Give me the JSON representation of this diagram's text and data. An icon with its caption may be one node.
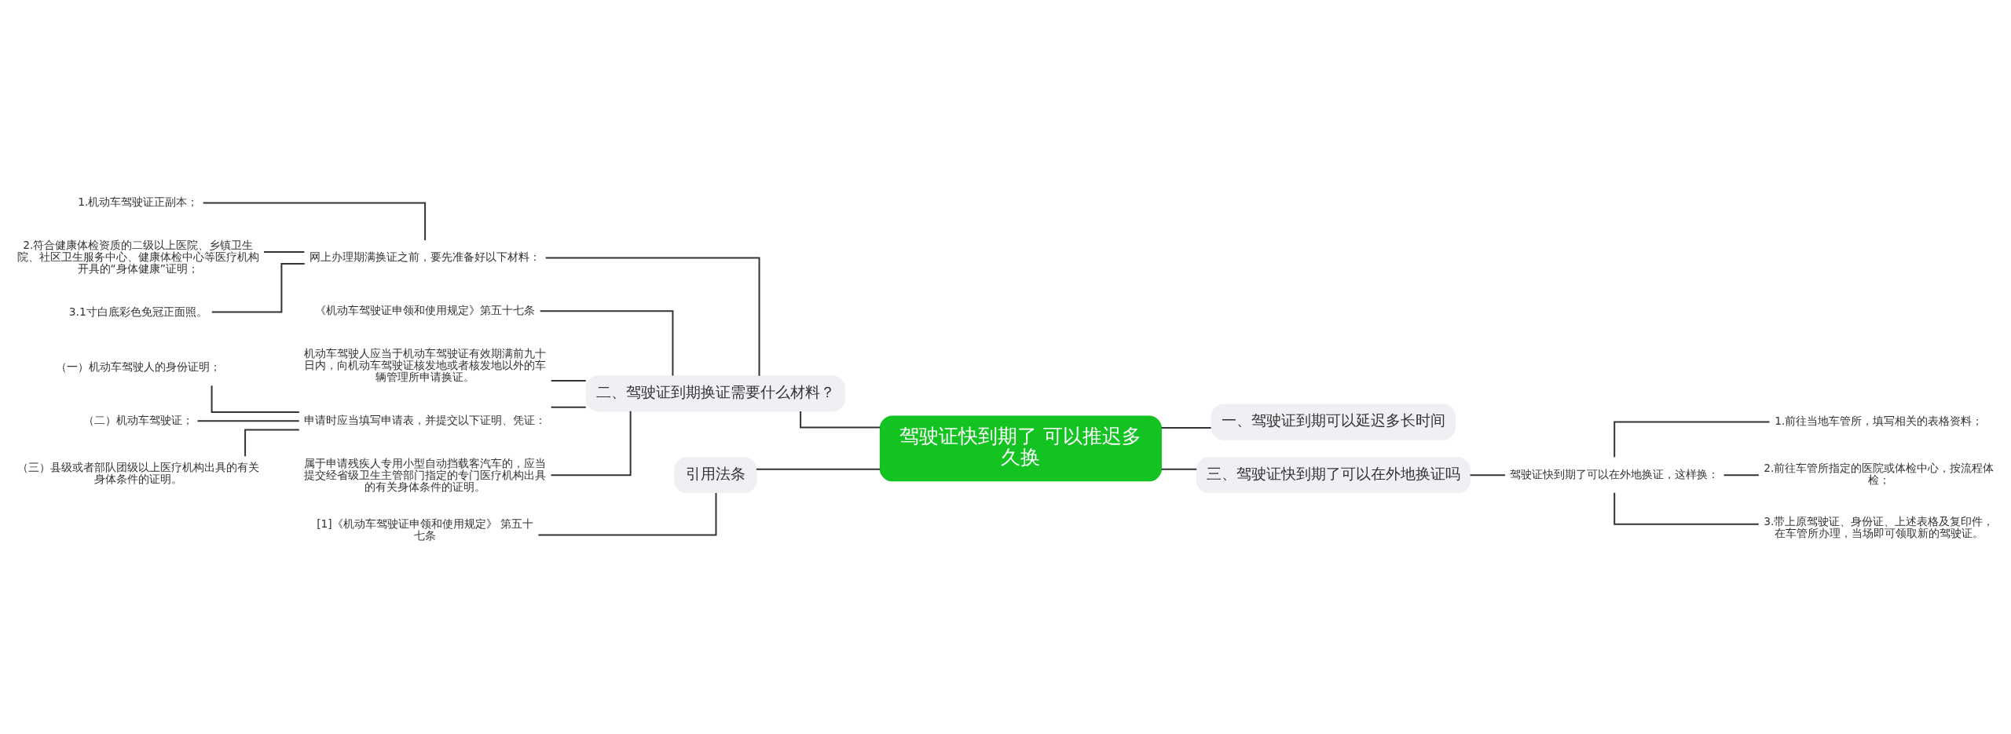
{
  "diagram": {
    "nodes": [
      {
        "text": [
          "驾驶证快到期了 可以推迟多久换"
        ]
      },
      {
        "text": [
          "二、驾驶证到期换证需要什么材料？"
        ]
      },
      {
        "text": [
          "网上办理期满换证之前，要先准备好以下材料："
        ]
      },
      {
        "text": [
          "1.机动车驾驶证正副本；"
        ]
      },
      {
        "text": [
          "2.符合健康体检资质的二级以上医院、乡镇卫生院、社区卫生服务中心、健康体检中心等医疗机构开具的“身体健康”证明；"
        ]
      },
      {
        "text": [
          "3.1寸白底彩色免冠正面照。"
        ]
      },
      {
        "text": [
          "《机动车驾驶证申领和使用规定》第五十七条"
        ]
      },
      {
        "text": [
          "机动车驾驶人应当于机动车驾驶证有效期满前九十日内，向机动车驾驶证核发地或者核发地以外的车辆管理所申请换证。"
        ]
      },
      {
        "text": [
          "申请时应当填写申请表，并提交以下证明、凭证："
        ]
      },
      {
        "text": [
          "（一）机动车驾驶人的身份证明；"
        ]
      },
      {
        "text": [
          "（二）机动车驾驶证；"
        ]
      },
      {
        "text": [
          "（三）县级或者部队团级以上医疗机构出具的有关身体条件的证明。"
        ]
      },
      {
        "text": [
          "属于申请残疾人专用小型自动挡载客汽车的，应当提交经省级卫生主管部门指定的专门医疗机构出具的有关身体条件的证明。"
        ]
      },
      {
        "text": [
          "引用法条"
        ]
      },
      {
        "text": [
          "[1]《机动车驾驶证申领和使用规定》 第五十七条"
        ]
      },
      {
        "text": [
          "一、驾驶证到期可以延迟多长时间"
        ]
      },
      {
        "text": [
          "三、驾驶证快到期了可以在外地换证吗"
        ]
      },
      {
        "text": [
          "驾驶证快到期了可以在外地换证，这样换："
        ]
      },
      {
        "text": [
          "1.前往当地车管所，填写相关的表格资料；"
        ]
      },
      {
        "text": [
          "2.前往车管所指定的医院或体检中心，按流程体检；"
        ]
      },
      {
        "text": [
          "3.带上原驾驶证、身份证、上述表格及复印件，在车管所办理，当场即可领取新的驾驶证。"
        ]
      }
    ],
    "edges": [
      {
        "from": 1,
        "to": 0,
        "arrow": "none"
      },
      {
        "from": 2,
        "to": 1,
        "arrow": "none"
      },
      {
        "from": 3,
        "to": 2,
        "arrow": "none"
      },
      {
        "from": 4,
        "to": 2,
        "arrow": "none"
      },
      {
        "from": 5,
        "to": 2,
        "arrow": "none"
      },
      {
        "from": 6,
        "to": 1,
        "arrow": "none"
      },
      {
        "from": 7,
        "to": 1,
        "arrow": "none"
      },
      {
        "from": 8,
        "to": 1,
        "arrow": "none"
      },
      {
        "from": 9,
        "to": 8,
        "arrow": "none"
      },
      {
        "from": 10,
        "to": 8,
        "arrow": "none"
      },
      {
        "from": 11,
        "to": 8,
        "arrow": "none"
      },
      {
        "from": 12,
        "to": 1,
        "arrow": "none"
      },
      {
        "from": 13,
        "to": 0,
        "arrow": "none"
      },
      {
        "from": 14,
        "to": 13,
        "arrow": "none"
      },
      {
        "from": 0,
        "to": 15,
        "arrow": "none"
      },
      {
        "from": 0,
        "to": 16,
        "arrow": "none"
      },
      {
        "from": 16,
        "to": 17,
        "arrow": "none"
      },
      {
        "from": 17,
        "to": 18,
        "arrow": "none"
      },
      {
        "from": 17,
        "to": 19,
        "arrow": "none"
      },
      {
        "from": 17,
        "to": 20,
        "arrow": "none"
      }
    ]
  }
}
